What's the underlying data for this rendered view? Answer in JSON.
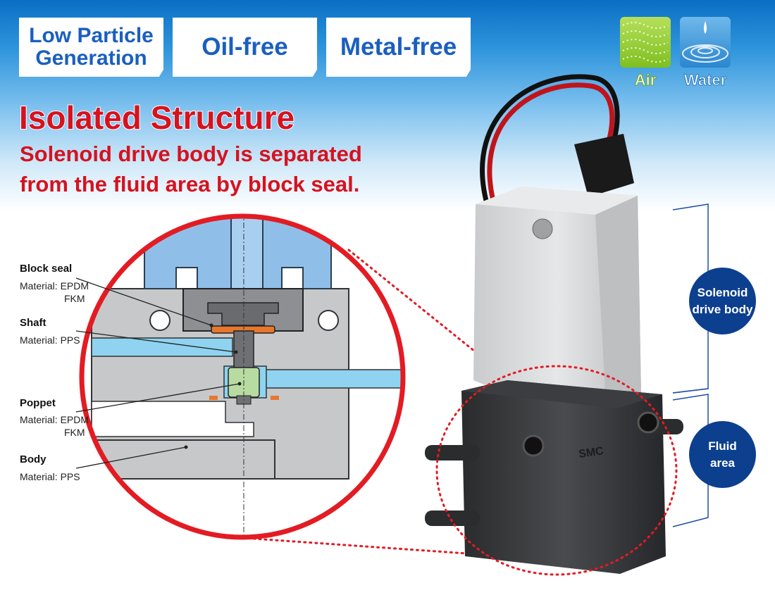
{
  "tags": {
    "low_particle_line1": "Low Particle",
    "low_particle_line2": "Generation",
    "oil_free": "Oil-free",
    "metal_free": "Metal-free"
  },
  "media": {
    "air": "Air",
    "water": "Water"
  },
  "headline": "Isolated Structure",
  "subheadline_line1": "Solenoid drive body is separated",
  "subheadline_line2": "from the fluid area by block seal.",
  "callouts": {
    "block_seal": {
      "title": "Block seal",
      "material_line1": "Material: EPDM",
      "material_line2": "FKM"
    },
    "shaft": {
      "title": "Shaft",
      "material_line1": "Material: PPS"
    },
    "poppet": {
      "title": "Poppet",
      "material_line1": "Material: EPDM",
      "material_line2": "FKM"
    },
    "body": {
      "title": "Body",
      "material_line1": "Material: PPS"
    }
  },
  "labels": {
    "solenoid_line1": "Solenoid",
    "solenoid_line2": "drive body",
    "fluid_line1": "Fluid",
    "fluid_line2": "area"
  },
  "colors": {
    "accent_red": "#d6121f",
    "brand_blue": "#1a5fc0",
    "bubble_navy": "#0d3f8f",
    "fluid_cyan": "#8fd3f0"
  },
  "product_marking": "SMC"
}
